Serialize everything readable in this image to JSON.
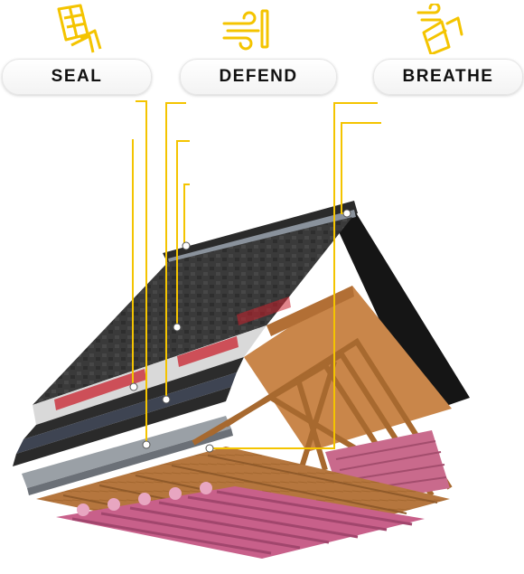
{
  "categories": [
    {
      "id": "seal",
      "label": "SEAL",
      "icon": "shingles-icon"
    },
    {
      "id": "defend",
      "label": "DEFEND",
      "icon": "wind-icon"
    },
    {
      "id": "breathe",
      "label": "BREATHE",
      "icon": "ventilation-icon"
    }
  ],
  "colors": {
    "accent": "#f4c400",
    "shingle": "#3b3b3b",
    "underlayment_red": "#c8202c",
    "wood": "#c9864a",
    "insulation": "#c96a8c"
  }
}
